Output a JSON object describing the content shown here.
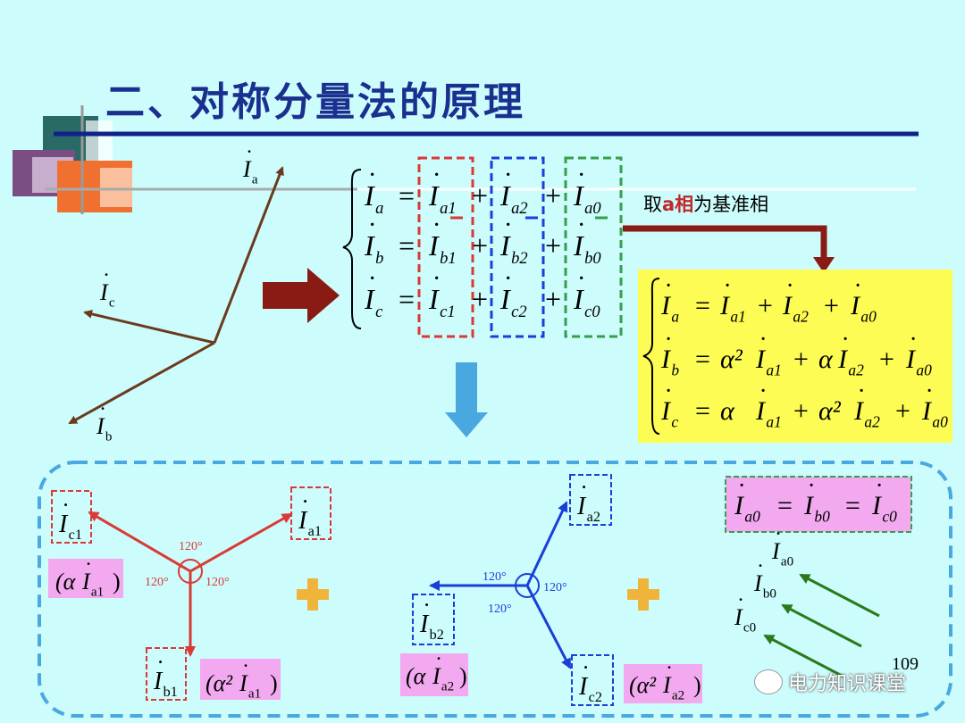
{
  "slide": {
    "title": "二、对称分量法的原理",
    "note_prefix": "取",
    "note_highlight": "a相",
    "note_suffix": "为基准相",
    "page_number": "109",
    "watermark": "电力知识课堂"
  },
  "phasor_labels": {
    "Ia": "a",
    "Ib": "b",
    "Ic": "c"
  },
  "equations_left": [
    [
      "a",
      "a1",
      "a2",
      "a0"
    ],
    [
      "b",
      "b1",
      "b2",
      "b0"
    ],
    [
      "c",
      "c1",
      "c2",
      "c0"
    ]
  ],
  "equations_right": [
    {
      "lhs": "a",
      "coef1": "",
      "t1": "a1",
      "coef2": "",
      "t2": "a2",
      "t3": "a0"
    },
    {
      "lhs": "b",
      "coef1": "α²",
      "t1": "a1",
      "coef2": "α",
      "t2": "a2",
      "t3": "a0"
    },
    {
      "lhs": "c",
      "coef1": "α",
      "t1": "a1",
      "coef2": "α²",
      "t2": "a2",
      "t3": "a0"
    }
  ],
  "positive_sequence": {
    "labels": [
      "c1",
      "a1",
      "b1"
    ],
    "coef_c": "α",
    "coef_b": "α²",
    "angle": "120°"
  },
  "negative_sequence": {
    "labels": [
      "a2",
      "b2",
      "c2"
    ],
    "coef_b": "α",
    "coef_c": "α²",
    "angle": "120°"
  },
  "zero_sequence": {
    "equation": [
      "a0",
      "b0",
      "c0"
    ],
    "labels": [
      "a0",
      "b0",
      "c0"
    ]
  },
  "colors": {
    "title": "#1b2f8f",
    "red": "#d93a35",
    "blue": "#1a3fd8",
    "green": "#2a7a1a",
    "brown": "#6b3a1c",
    "darkred": "#8a1a14",
    "cyan": "#4aa8e0",
    "yellow": "#fcfc55",
    "pink": "#f3a9f0",
    "orange": "#f0b43a"
  }
}
